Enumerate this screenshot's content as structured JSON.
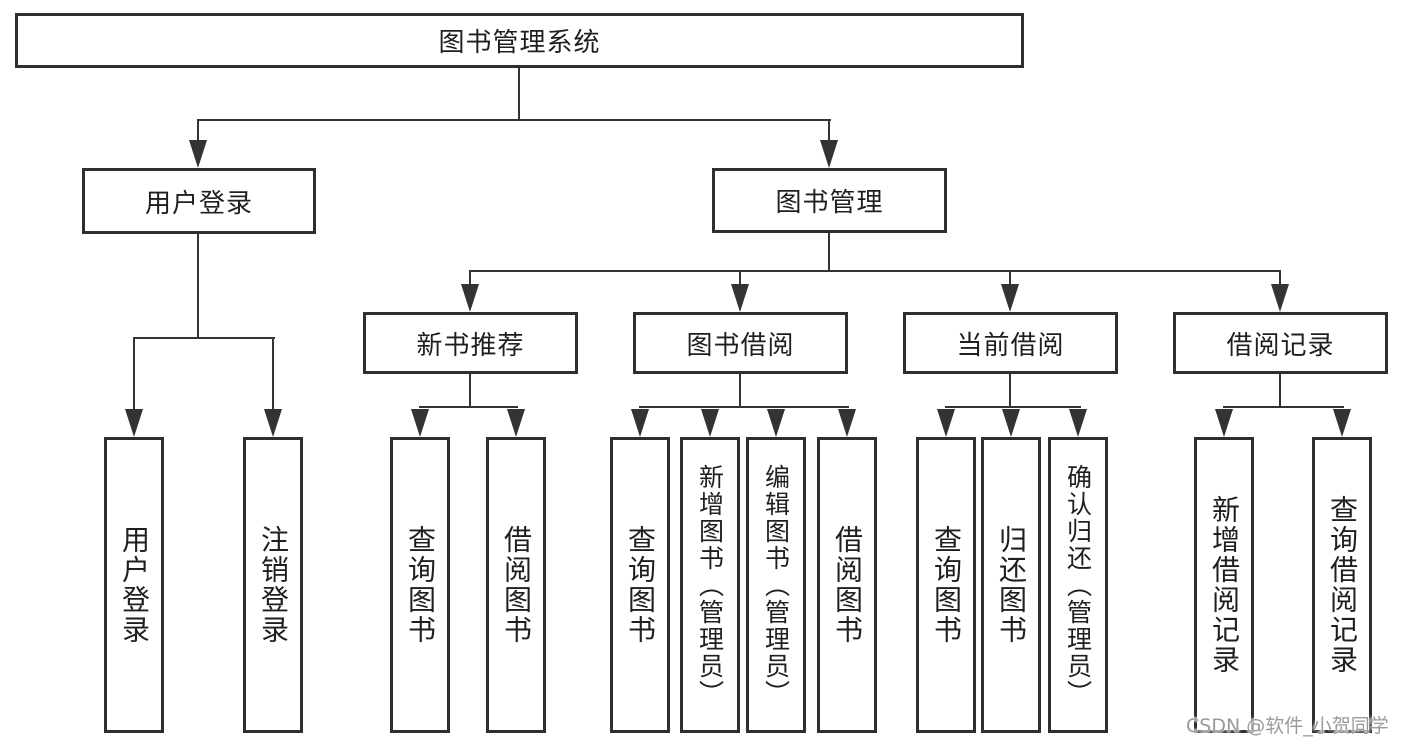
{
  "diagram": {
    "type": "hierarchy-tree",
    "title": "图书管理系统",
    "colors": {
      "background": "#ffffff",
      "box_border": "#2f2f2f",
      "connector": "#333333",
      "text": "#1f1f1f",
      "watermark": "#9a9a9a"
    },
    "level2": [
      "用户登录",
      "图书管理"
    ],
    "level3": [
      "新书推荐",
      "图书借阅",
      "当前借阅",
      "借阅记录"
    ],
    "leaves": {
      "user_login": [
        "用户登录",
        "注销登录"
      ],
      "new_book_rec": [
        "查询图书",
        "借阅图书"
      ],
      "book_borrow": [
        "查询图书",
        "新增图书（管理员）",
        "编辑图书（管理员）",
        "借阅图书"
      ],
      "current_borrow": [
        "查询图书",
        "归还图书",
        "确认归还（管理员）"
      ],
      "borrow_records": [
        "新增借阅记录",
        "查询借阅记录"
      ]
    }
  },
  "watermark": {
    "text": "CSDN @软件_小贺同学"
  }
}
